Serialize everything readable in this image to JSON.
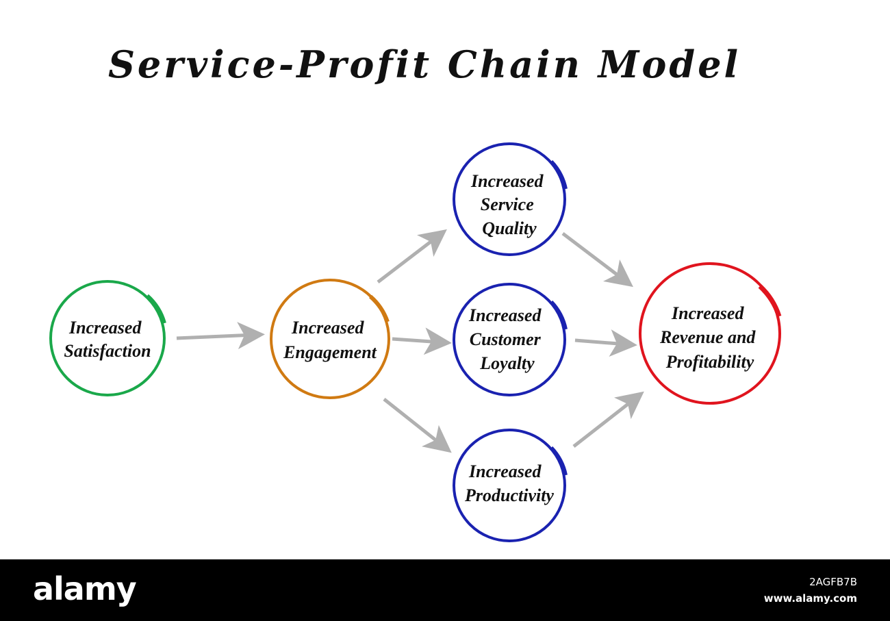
{
  "title": "Service-Profit Chain Model",
  "nodes": [
    {
      "id": "satisfaction",
      "lines": [
        "Increased",
        "Satisfaction"
      ],
      "color": "#1aa84a"
    },
    {
      "id": "engagement",
      "lines": [
        "Increased",
        "Engagement"
      ],
      "color": "#d07a12"
    },
    {
      "id": "service-quality",
      "lines": [
        "Increased",
        "Service",
        "Quality"
      ],
      "color": "#1a22b0"
    },
    {
      "id": "customer-loyalty",
      "lines": [
        "Increased",
        "Customer",
        "Loyalty"
      ],
      "color": "#1a22b0"
    },
    {
      "id": "productivity",
      "lines": [
        "Increased",
        "Productivity"
      ],
      "color": "#1a22b0"
    },
    {
      "id": "revenue-profitability",
      "lines": [
        "Increased",
        "Revenue and",
        "Profitability"
      ],
      "color": "#e0141e"
    }
  ],
  "edges": [
    {
      "from": "satisfaction",
      "to": "engagement"
    },
    {
      "from": "engagement",
      "to": "service-quality"
    },
    {
      "from": "engagement",
      "to": "customer-loyalty"
    },
    {
      "from": "engagement",
      "to": "productivity"
    },
    {
      "from": "service-quality",
      "to": "revenue-profitability"
    },
    {
      "from": "customer-loyalty",
      "to": "revenue-profitability"
    },
    {
      "from": "productivity",
      "to": "revenue-profitability"
    }
  ],
  "arrow_color": "#b0b0b0",
  "footer": {
    "brand": "alamy",
    "image_id": "2AGFB7B",
    "site": "www.alamy.com"
  }
}
